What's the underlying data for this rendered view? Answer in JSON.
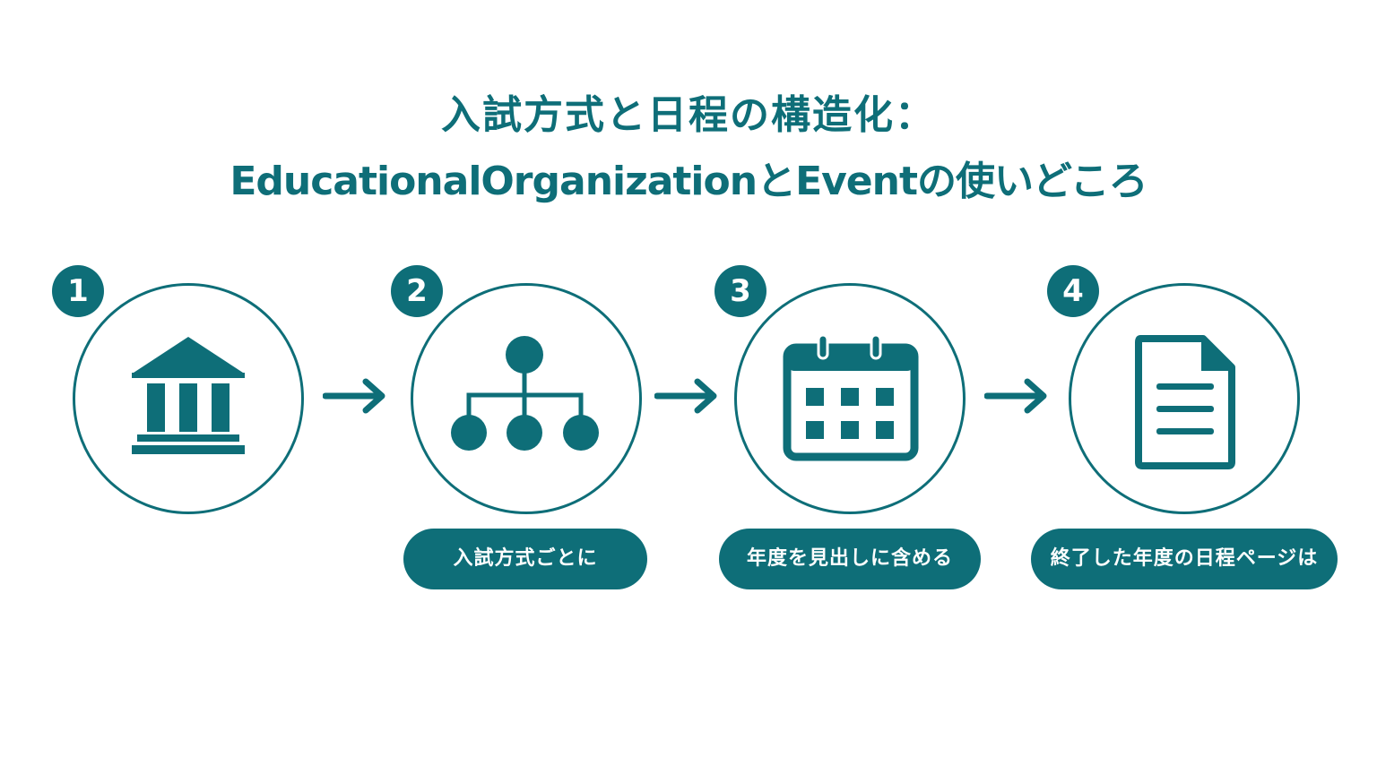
{
  "title": {
    "line1": "入試方式と日程の構造化：",
    "line2": "EducationalOrganizationとEventの使いどころ"
  },
  "steps": [
    {
      "number": "1",
      "icon": "institution-building-icon",
      "label": ""
    },
    {
      "number": "2",
      "icon": "hierarchy-tree-icon",
      "label": "入試方式ごとに"
    },
    {
      "number": "3",
      "icon": "calendar-icon",
      "label": "年度を見出しに含める"
    },
    {
      "number": "4",
      "icon": "document-icon",
      "label": "終了した年度の日程ページは"
    }
  ],
  "colors": {
    "accent": "#0e6e78",
    "background": "#ffffff",
    "on_accent": "#ffffff"
  }
}
